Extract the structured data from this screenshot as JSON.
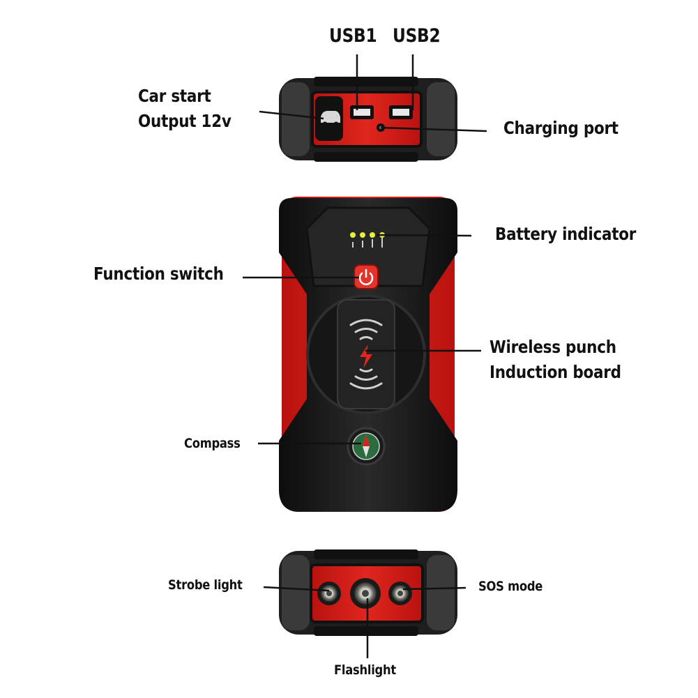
{
  "labels": {
    "usb1": "USB1",
    "usb2": "USB2",
    "car_start": "Car start",
    "output": "Output 12v",
    "charging_port": "Charging port",
    "battery_indicator": "Battery indicator",
    "function_switch": "Function switch",
    "wireless_line1": "Wireless punch",
    "wireless_line2": "Induction board",
    "compass": "Compass",
    "strobe_light": "Strobe light",
    "sos_mode": "SOS mode",
    "flashlight": "Flashlight"
  },
  "colors": {
    "device_red": "#d8201c",
    "device_black": "#1c1c1c",
    "led_yellow": "#e8ee3a",
    "text": "#111111"
  },
  "icons": {
    "car": "car-icon",
    "power": "power-icon",
    "lightning": "lightning-icon",
    "wireless": "wireless-waves-icon",
    "compass": "compass-icon"
  }
}
